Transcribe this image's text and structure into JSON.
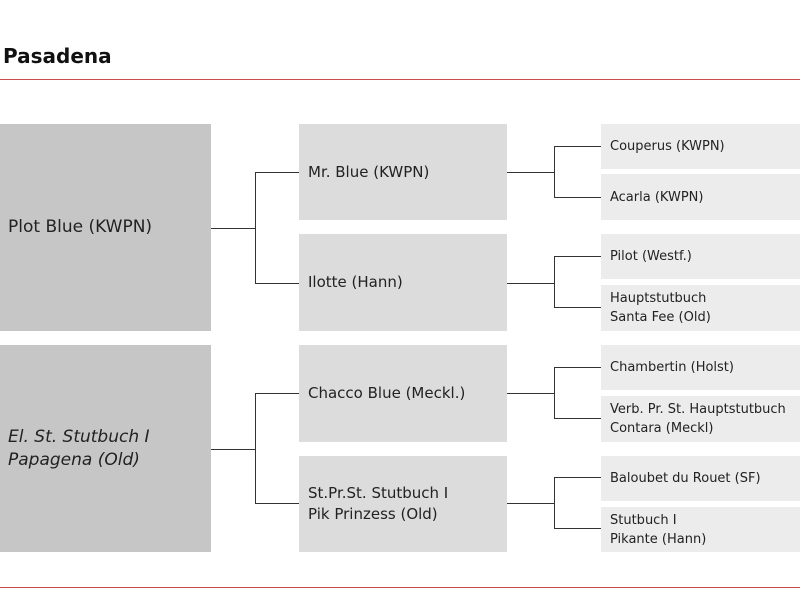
{
  "title": "Pasadena",
  "pedigree": {
    "sire": {
      "name": "Plot Blue (KWPN)",
      "sire": {
        "name": "Mr. Blue (KWPN)",
        "sire": "Couperus (KWPN)",
        "dam": "Acarla (KWPN)"
      },
      "dam": {
        "name": "Ilotte (Hann)",
        "sire": "Pilot (Westf.)",
        "dam": [
          "Hauptstutbuch",
          "Santa Fee (Old)"
        ]
      }
    },
    "dam": {
      "name": [
        "El. St. Stutbuch I",
        "Papagena  (Old)"
      ],
      "sire": {
        "name": "Chacco Blue (Meckl.)",
        "sire": "Chambertin (Holst)",
        "dam": [
          "Verb. Pr. St. Hauptstutbuch",
          "Contara (Meckl)"
        ]
      },
      "dam": {
        "name": [
          "St.Pr.St. Stutbuch I",
          "Pik Prinzess (Old)"
        ],
        "sire": "Baloubet du Rouet (SF)",
        "dam": [
          "Stutbuch I",
          "Pikante (Hann)"
        ]
      }
    }
  },
  "colors": {
    "accent_rule": "#c94b4b",
    "gen1_fill": "#c6c6c6",
    "gen2_fill": "#dcdcdc",
    "gen3_fill": "#ececec",
    "connector": "#333333"
  }
}
